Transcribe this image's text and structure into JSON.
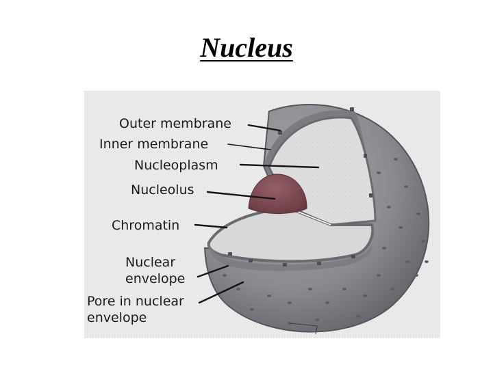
{
  "title": "Nucleus",
  "labels": {
    "outer_membrane": "Outer membrane",
    "inner_membrane": "Inner membrane",
    "nucleoplasm": "Nucleoplasm",
    "nucleolus": "Nucleolus",
    "chromatin": "Chromatin",
    "nuclear_envelope_line1": "Nuclear",
    "nuclear_envelope_line2": "envelope",
    "pore_line1": "Pore in nuclear",
    "pore_line2": "envelope"
  },
  "colors": {
    "background_panel": "#e6e6e6",
    "sphere_outer": "#8e8e92",
    "sphere_shadow": "#6c6c72",
    "envelope_band": "#7a7a7e",
    "nucleoplasm": "#dcdcdc",
    "nucleolus": "#7f4a52",
    "pores": "#5a5a60",
    "text": "#1a1a1a"
  }
}
